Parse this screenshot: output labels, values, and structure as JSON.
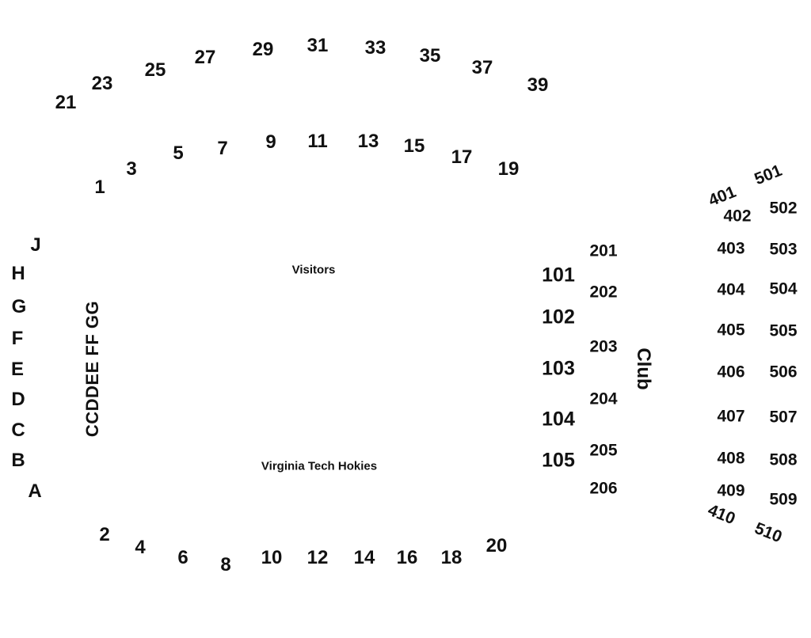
{
  "teams": {
    "visitors": "Visitors",
    "home": "Virginia Tech Hokies"
  },
  "club_label": "Club",
  "sections": {
    "upper_odd": [
      "21",
      "23",
      "25",
      "27",
      "29",
      "31",
      "33",
      "35",
      "37",
      "39"
    ],
    "lower_odd": [
      "1",
      "3",
      "5",
      "7",
      "9",
      "11",
      "13",
      "15",
      "17",
      "19"
    ],
    "lower_even": [
      "2",
      "4",
      "6",
      "8",
      "10",
      "12",
      "14",
      "16",
      "18",
      "20"
    ],
    "endzone_rows": [
      "J",
      "H",
      "G",
      "F",
      "E",
      "D",
      "C",
      "B",
      "A"
    ],
    "endzone_inner_vertical": "CCDDEE FF GG",
    "s100": [
      "101",
      "102",
      "103",
      "104",
      "105"
    ],
    "s200": [
      "201",
      "202",
      "203",
      "204",
      "205",
      "206"
    ],
    "s400": [
      "401",
      "402",
      "403",
      "404",
      "405",
      "406",
      "407",
      "408",
      "409",
      "410"
    ],
    "s500": [
      "501",
      "502",
      "503",
      "504",
      "505",
      "506",
      "507",
      "508",
      "509",
      "510"
    ]
  }
}
